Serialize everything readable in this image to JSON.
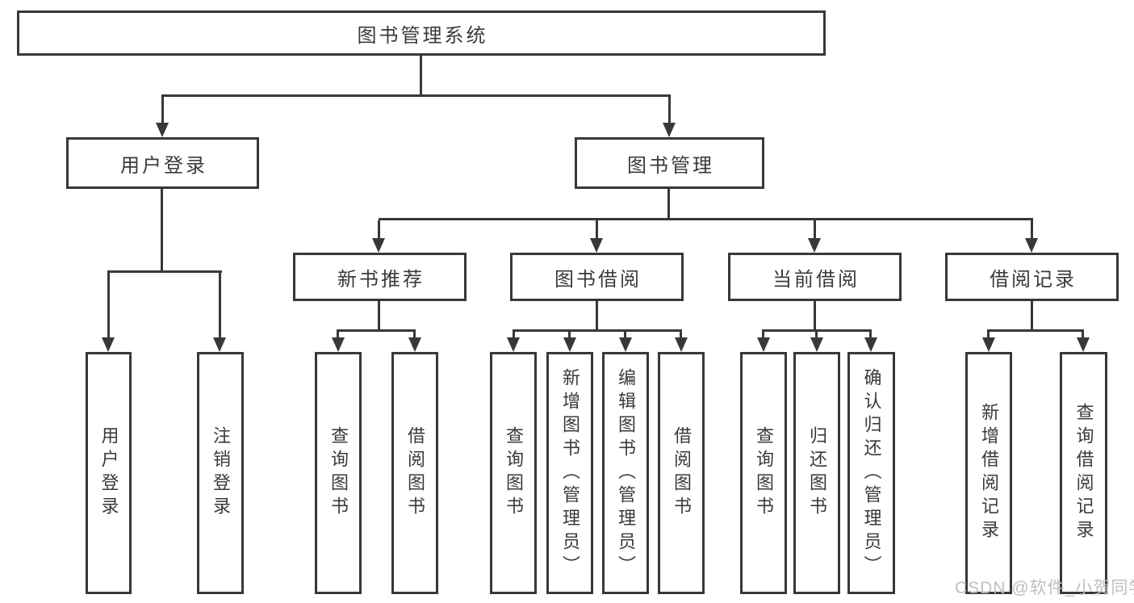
{
  "diagram": {
    "title": "图书管理系统",
    "root": {
      "label": "图书管理系统"
    },
    "branches": [
      {
        "label": "用户登录",
        "children": [
          {
            "label": "用户登录"
          },
          {
            "label": "注销登录"
          }
        ]
      },
      {
        "label": "图书管理",
        "children": [
          {
            "label": "新书推荐",
            "children": [
              {
                "label": "查询图书"
              },
              {
                "label": "借阅图书"
              }
            ]
          },
          {
            "label": "图书借阅",
            "children": [
              {
                "label": "查询图书"
              },
              {
                "label": "新增图书（管理员）"
              },
              {
                "label": "编辑图书（管理员）"
              },
              {
                "label": "借阅图书"
              }
            ]
          },
          {
            "label": "当前借阅",
            "children": [
              {
                "label": "查询图书"
              },
              {
                "label": "归还图书"
              },
              {
                "label": "确认归还（管理员）"
              }
            ]
          },
          {
            "label": "借阅记录",
            "children": [
              {
                "label": "新增借阅记录"
              },
              {
                "label": "查询借阅记录"
              }
            ]
          }
        ]
      }
    ]
  },
  "watermark": "CSDN @软件_小贺同学"
}
